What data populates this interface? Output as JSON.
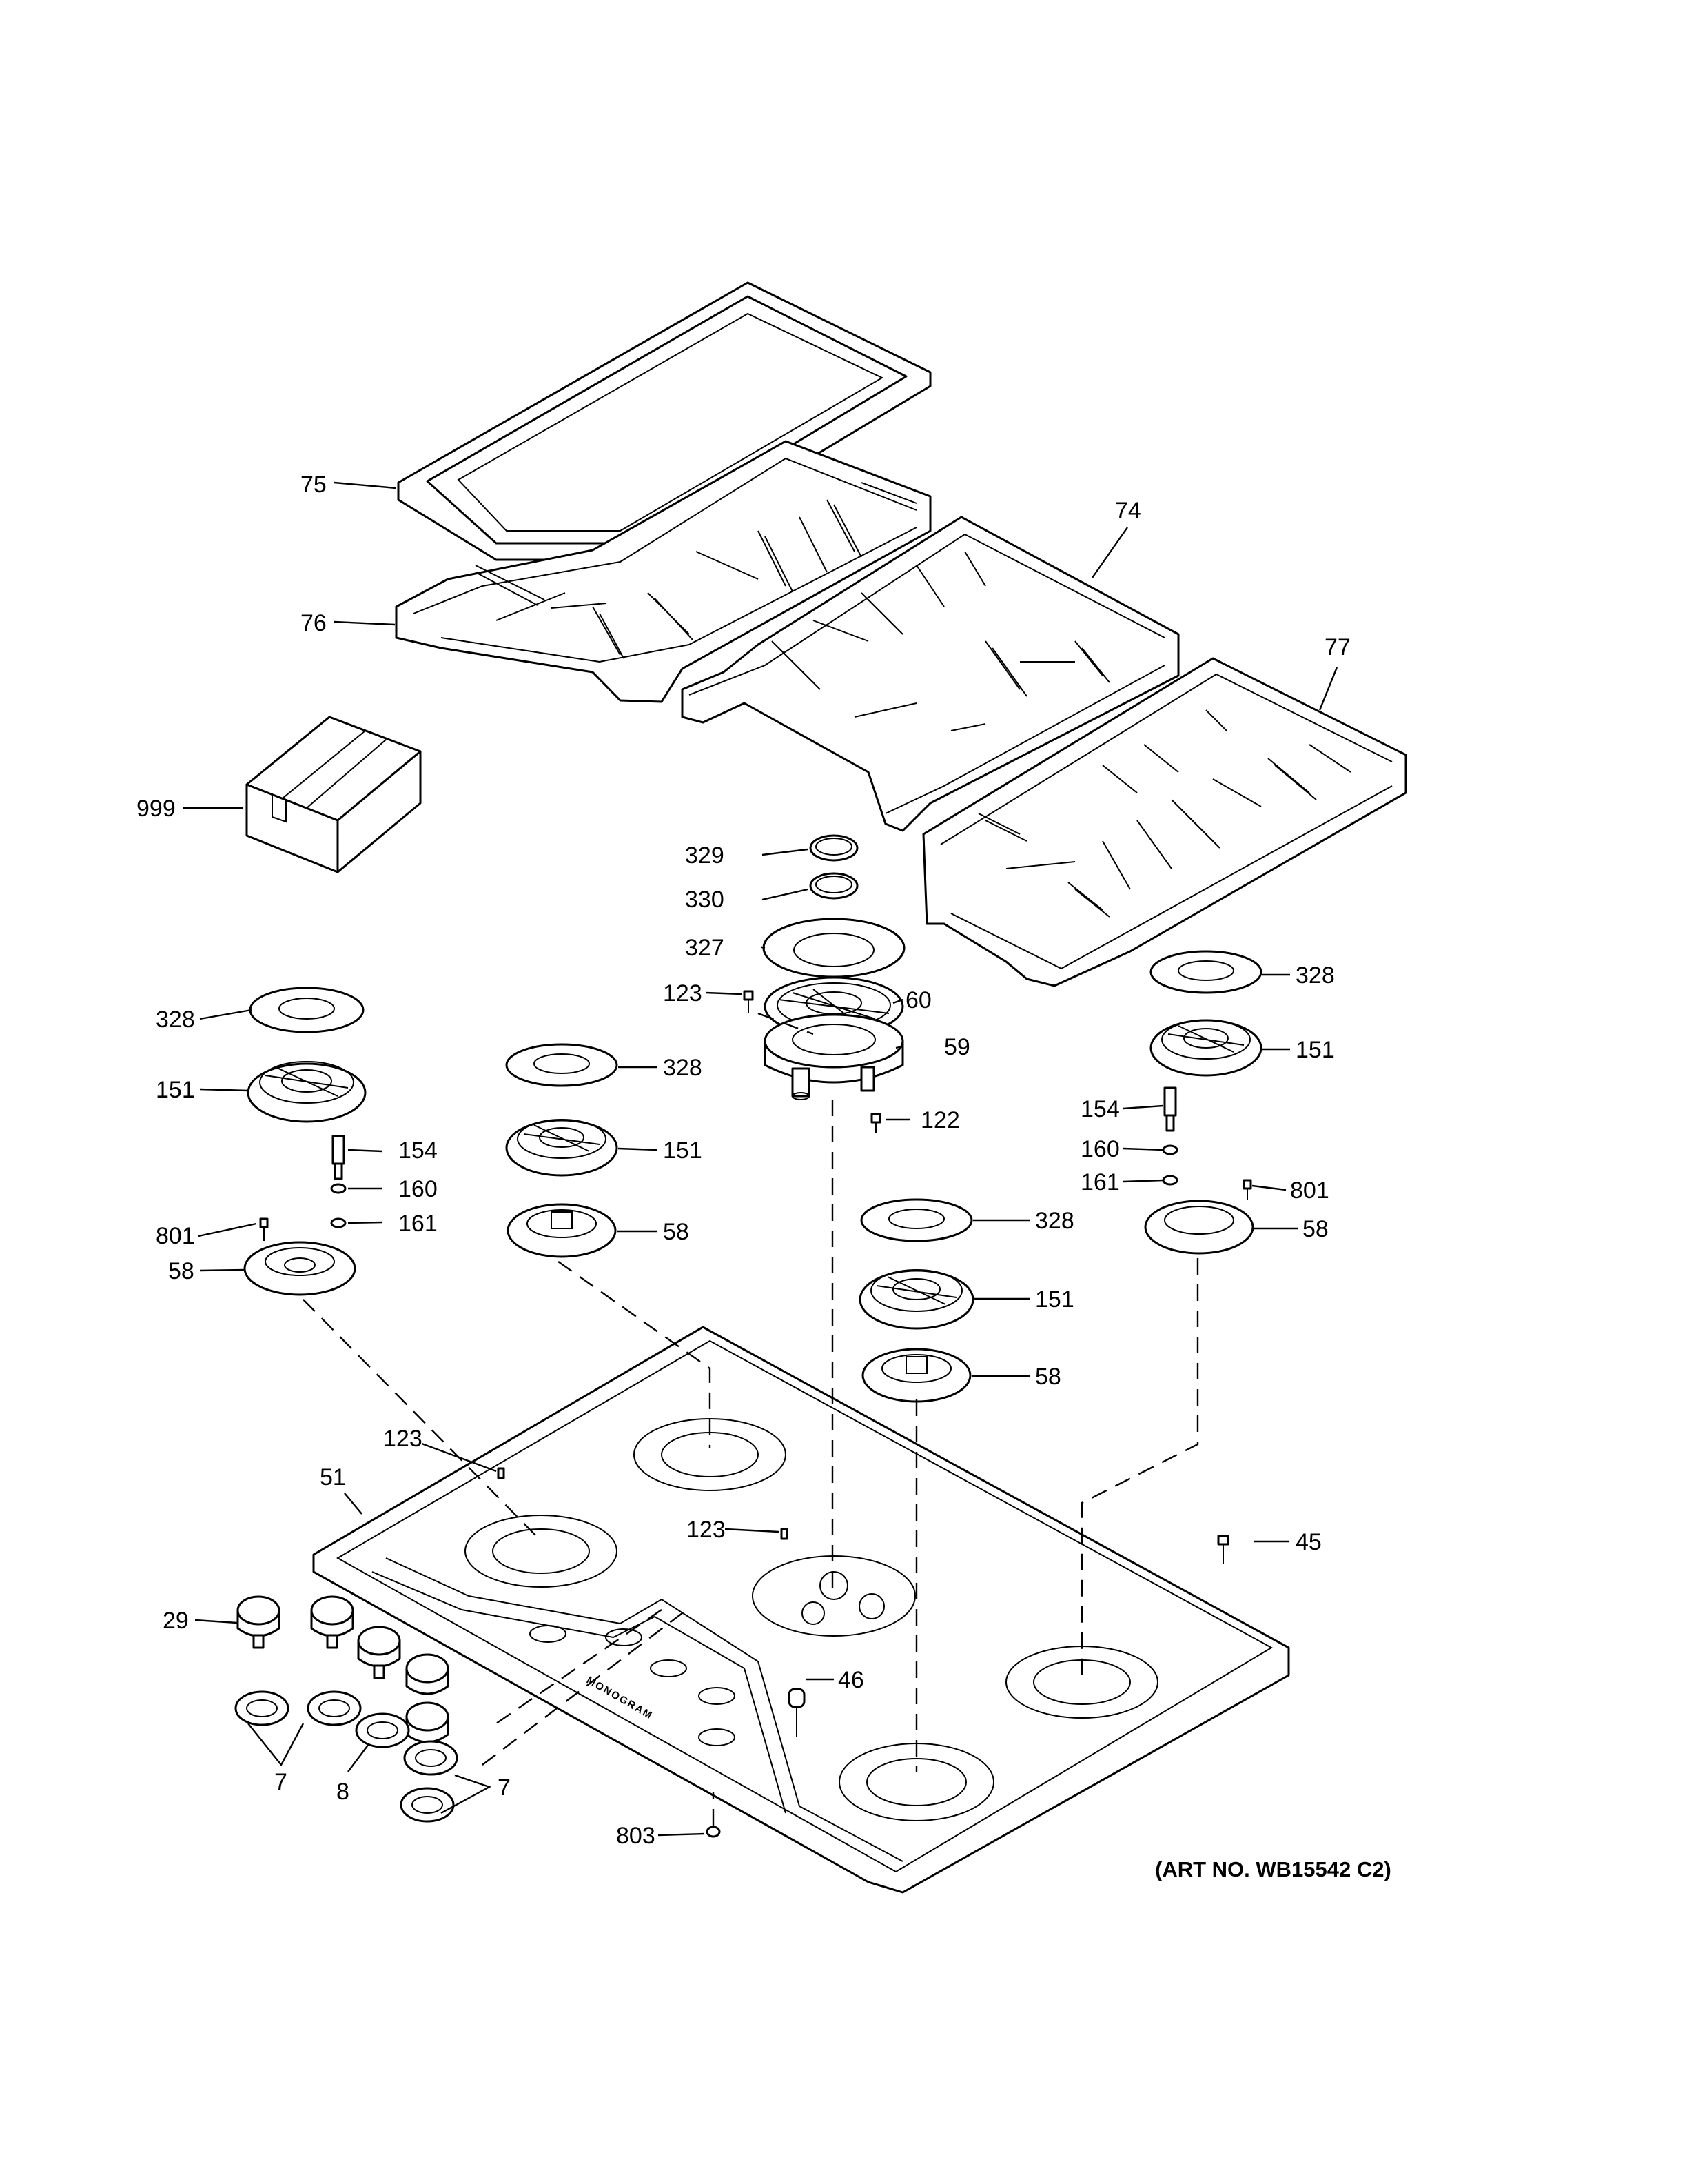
{
  "callouts": [
    {
      "id": "lbl-75",
      "text": "75"
    },
    {
      "id": "lbl-76",
      "text": "76"
    },
    {
      "id": "lbl-74",
      "text": "74"
    },
    {
      "id": "lbl-77",
      "text": "77"
    },
    {
      "id": "lbl-999",
      "text": "999"
    },
    {
      "id": "lbl-329",
      "text": "329"
    },
    {
      "id": "lbl-330",
      "text": "330"
    },
    {
      "id": "lbl-327",
      "text": "327"
    },
    {
      "id": "lbl-123-a",
      "text": "123"
    },
    {
      "id": "lbl-60",
      "text": "60"
    },
    {
      "id": "lbl-59",
      "text": "59"
    },
    {
      "id": "lbl-122",
      "text": "122"
    },
    {
      "id": "lbl-328-a",
      "text": "328"
    },
    {
      "id": "lbl-151-a",
      "text": "151"
    },
    {
      "id": "lbl-154-a",
      "text": "154"
    },
    {
      "id": "lbl-160-a",
      "text": "160"
    },
    {
      "id": "lbl-801-a",
      "text": "801"
    },
    {
      "id": "lbl-161-a",
      "text": "161"
    },
    {
      "id": "lbl-58-a",
      "text": "58"
    },
    {
      "id": "lbl-328-b",
      "text": "328"
    },
    {
      "id": "lbl-151-b",
      "text": "151"
    },
    {
      "id": "lbl-58-b",
      "text": "58"
    },
    {
      "id": "lbl-328-c",
      "text": "328"
    },
    {
      "id": "lbl-151-c",
      "text": "151"
    },
    {
      "id": "lbl-154-b",
      "text": "154"
    },
    {
      "id": "lbl-160-b",
      "text": "160"
    },
    {
      "id": "lbl-161-b",
      "text": "161"
    },
    {
      "id": "lbl-801-b",
      "text": "801"
    },
    {
      "id": "lbl-58-c",
      "text": "58"
    },
    {
      "id": "lbl-328-d",
      "text": "328"
    },
    {
      "id": "lbl-151-d",
      "text": "151"
    },
    {
      "id": "lbl-58-d",
      "text": "58"
    },
    {
      "id": "lbl-123-b",
      "text": "123"
    },
    {
      "id": "lbl-51",
      "text": "51"
    },
    {
      "id": "lbl-123-c",
      "text": "123"
    },
    {
      "id": "lbl-45",
      "text": "45"
    },
    {
      "id": "lbl-29",
      "text": "29"
    },
    {
      "id": "lbl-46",
      "text": "46"
    },
    {
      "id": "lbl-7-a",
      "text": "7"
    },
    {
      "id": "lbl-8",
      "text": "8"
    },
    {
      "id": "lbl-7-b",
      "text": "7"
    },
    {
      "id": "lbl-803",
      "text": "803"
    }
  ],
  "art_number": "(ART NO. WB15542 C2)",
  "brand_text": "MONOGRAM"
}
